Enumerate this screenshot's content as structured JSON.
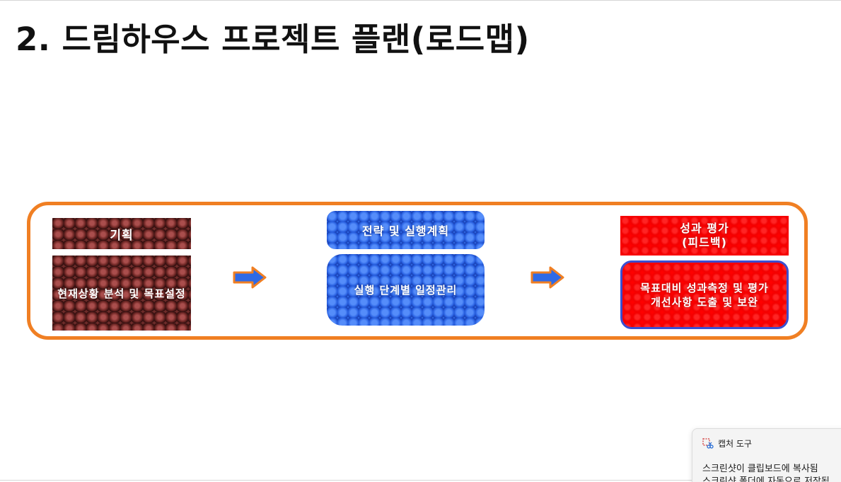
{
  "slide": {
    "title": "2. 드림하우스 프로젝트 플랜(로드맵)"
  },
  "roadmap": {
    "stages": [
      {
        "head": "기획",
        "body": "현재상황 분석 및 목표설정"
      },
      {
        "head": "전략 및 실행계획",
        "body": "실행 단계별 일정관리"
      },
      {
        "head": "성과 평가\n(피드백)",
        "body": "목표대비 성과측정 및 평가\n개선사항 도출 및 보완"
      }
    ],
    "colors": {
      "frame": "#f07f23",
      "stage1": "#6e2c2a",
      "stage2": "#2f6ae6",
      "stage3": "#ff0000",
      "arrow_fill": "#2f6ae6",
      "arrow_outline": "#f07f23"
    },
    "arrow_icon": "right-arrow-icon"
  },
  "toast": {
    "app_icon": "snipping-tool-icon",
    "app_name": "캡처 도구",
    "message": "스크린샷이 클립보드에 복사됨",
    "submessage": "스크린샷 폴더에 자동으로 저장됨"
  }
}
